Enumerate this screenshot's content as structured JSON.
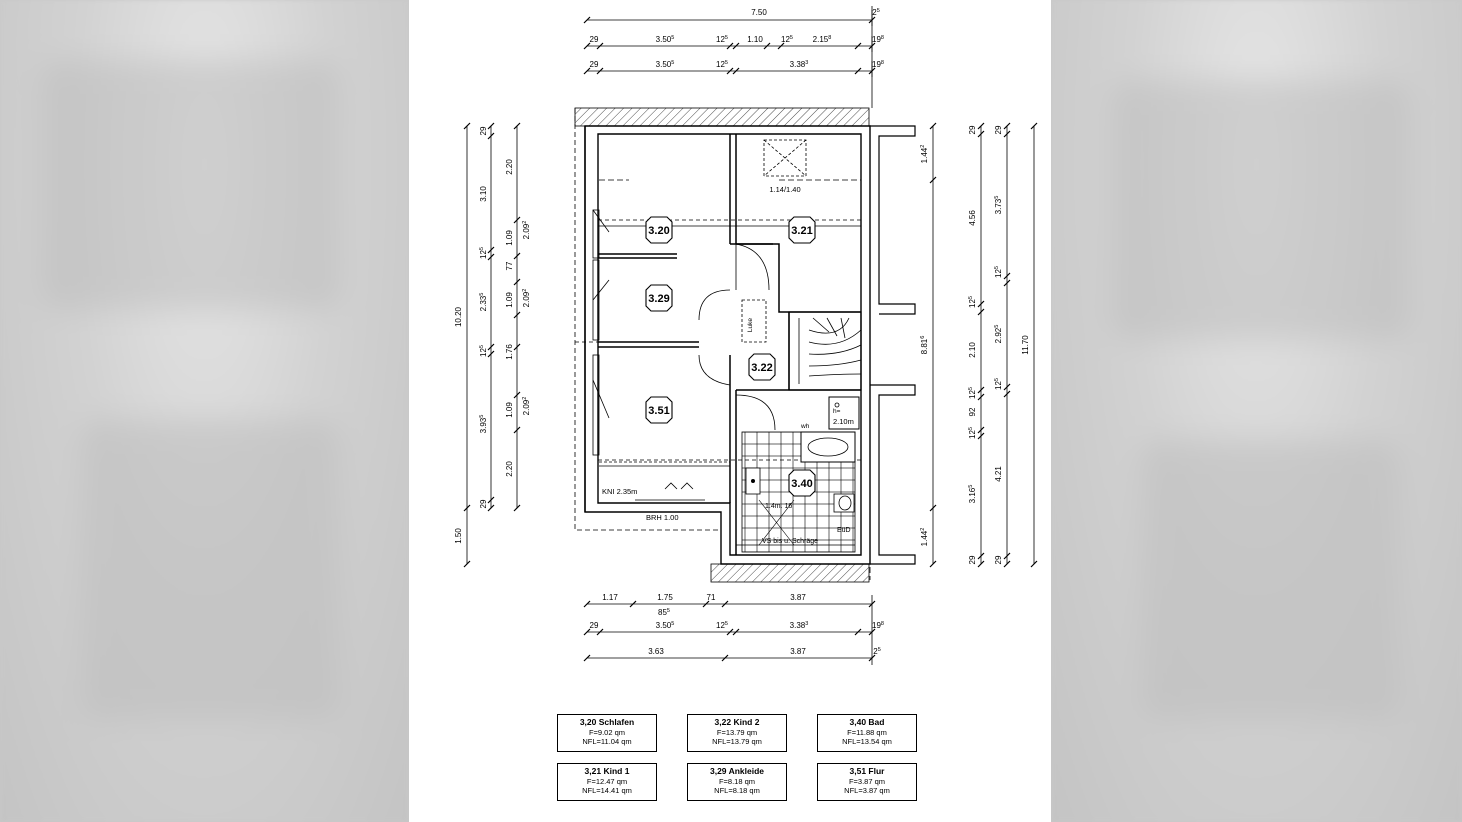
{
  "plan": {
    "top_dims": {
      "total": "7.50",
      "total_end": "2",
      "total_end_sup": "5",
      "row2": [
        {
          "t": "29",
          "s": ""
        },
        {
          "t": "3.50",
          "s": "5"
        },
        {
          "t": "12",
          "s": "5"
        },
        {
          "t": "1.10",
          "s": ""
        },
        {
          "t": "12",
          "s": "5"
        },
        {
          "t": "2.15",
          "s": "8"
        },
        {
          "t": "19",
          "s": "8"
        }
      ],
      "row3": [
        {
          "t": "29",
          "s": ""
        },
        {
          "t": "3.50",
          "s": "5"
        },
        {
          "t": "12",
          "s": "5"
        },
        {
          "t": "3.38",
          "s": "3"
        },
        {
          "t": "19",
          "s": "8"
        }
      ]
    },
    "bottom_dims": {
      "row1": [
        "1.17",
        "1.75",
        "71",
        "3.87"
      ],
      "row1_sub": {
        "t": "85",
        "s": "5"
      },
      "row2": [
        {
          "t": "29",
          "s": ""
        },
        {
          "t": "3.50",
          "s": "5"
        },
        {
          "t": "12",
          "s": "5"
        },
        {
          "t": "3.38",
          "s": "3"
        },
        {
          "t": "19",
          "s": "8"
        }
      ],
      "row3": [
        "3.63",
        "3.87"
      ],
      "row3_end": {
        "t": "2",
        "s": "5"
      }
    },
    "left_dims": {
      "outer": [
        "10.20",
        "1.50"
      ],
      "middle": [
        {
          "t": "29",
          "s": ""
        },
        {
          "t": "3.10",
          "s": ""
        },
        {
          "t": "12",
          "s": "5"
        },
        {
          "t": "2.33",
          "s": "5"
        },
        {
          "t": "12",
          "s": "5"
        },
        {
          "t": "3.93",
          "s": "5"
        },
        {
          "t": "29",
          "s": ""
        }
      ],
      "inner": [
        {
          "t": "2.20",
          "s": ""
        },
        {
          "t": "1.09",
          "s": ""
        },
        {
          "t": "77",
          "s": ""
        },
        {
          "t": "1.09",
          "s": ""
        },
        {
          "t": "1.76",
          "s": ""
        },
        {
          "t": "1.09",
          "s": ""
        },
        {
          "t": "2.20",
          "s": ""
        }
      ],
      "heights": [
        {
          "t": "2.09",
          "s": "2"
        },
        {
          "t": "2.09",
          "s": "2"
        },
        {
          "t": "2.09",
          "s": "2"
        }
      ]
    },
    "right_dims": {
      "a": [
        {
          "t": "1.44",
          "s": "2"
        },
        {
          "t": "8.81",
          "s": "6"
        },
        {
          "t": "1.44",
          "s": "2"
        }
      ],
      "b": [
        {
          "t": "29",
          "s": ""
        },
        {
          "t": "4.56",
          "s": ""
        },
        {
          "t": "12",
          "s": "5"
        },
        {
          "t": "2.10",
          "s": ""
        },
        {
          "t": "12",
          "s": "5"
        },
        {
          "t": "92",
          "s": ""
        },
        {
          "t": "12",
          "s": "5"
        },
        {
          "t": "3.16",
          "s": "5"
        },
        {
          "t": "29",
          "s": ""
        }
      ],
      "c": [
        {
          "t": "29",
          "s": ""
        },
        {
          "t": "3.73",
          "s": "5"
        },
        {
          "t": "12",
          "s": "5"
        },
        {
          "t": "2.92",
          "s": "5"
        },
        {
          "t": "12",
          "s": "5"
        },
        {
          "t": "4.21",
          "s": ""
        },
        {
          "t": "29",
          "s": ""
        }
      ],
      "d": "11.70"
    },
    "rooms": [
      {
        "id": "3.20"
      },
      {
        "id": "3.21"
      },
      {
        "id": "3.29"
      },
      {
        "id": "3.22"
      },
      {
        "id": "3.51"
      },
      {
        "id": "3.40"
      }
    ],
    "annotations": {
      "skylight": "1.14/1.40",
      "hatch": "Luke",
      "knee": "KNI 2.35m",
      "sill": "BRH 1.00",
      "shower_h": "h=",
      "shower_h2": "2.10m",
      "wt": "wh",
      "bath_note": "1.4m. 16",
      "eue": "EüD",
      "slope_note": "VS bis u. Schräge"
    }
  },
  "legend": [
    {
      "title": "3,20 Schlafen",
      "f": "F=9.02 qm",
      "nfl": "NFL=11.04 qm"
    },
    {
      "title": "3,22 Kind 2",
      "f": "F=13.79 qm",
      "nfl": "NFL=13.79 qm"
    },
    {
      "title": "3,40 Bad",
      "f": "F=11.88 qm",
      "nfl": "NFL=13.54 qm"
    },
    {
      "title": "3,21 Kind 1",
      "f": "F=12.47 qm",
      "nfl": "NFL=14.41 qm"
    },
    {
      "title": "3,29 Ankleide",
      "f": "F=8.18 qm",
      "nfl": "NFL=8.18 qm"
    },
    {
      "title": "3,51 Flur",
      "f": "F=3.87 qm",
      "nfl": "NFL=3.87 qm"
    }
  ]
}
